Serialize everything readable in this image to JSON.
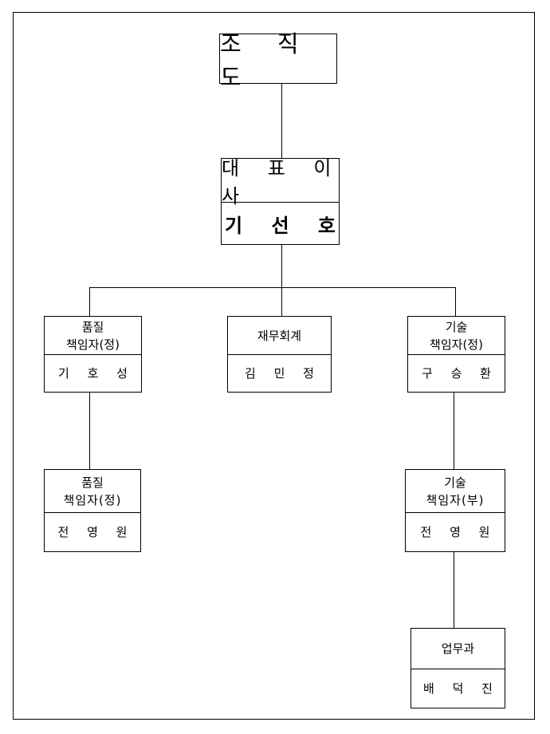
{
  "title": "조 직 도",
  "ceo": {
    "role": "대 표 이 사",
    "name": "기 선 호"
  },
  "quality_lead_1": {
    "role_line1": "품질",
    "role_line2": "책임자(정)",
    "name": "기 호 성"
  },
  "finance": {
    "role": "재무회계",
    "name": "김 민 정"
  },
  "tech_lead": {
    "role_line1": "기술",
    "role_line2": "책임자(정)",
    "name": "구 승 환"
  },
  "quality_lead_2": {
    "role_line1": "품질",
    "role_line2": "책임자(정)",
    "name": "전 영 원"
  },
  "tech_deputy": {
    "role_line1": "기술",
    "role_line2": "책임자(부)",
    "name": "전 영 원"
  },
  "operations": {
    "role": "업무과",
    "name": "배 덕 진"
  }
}
